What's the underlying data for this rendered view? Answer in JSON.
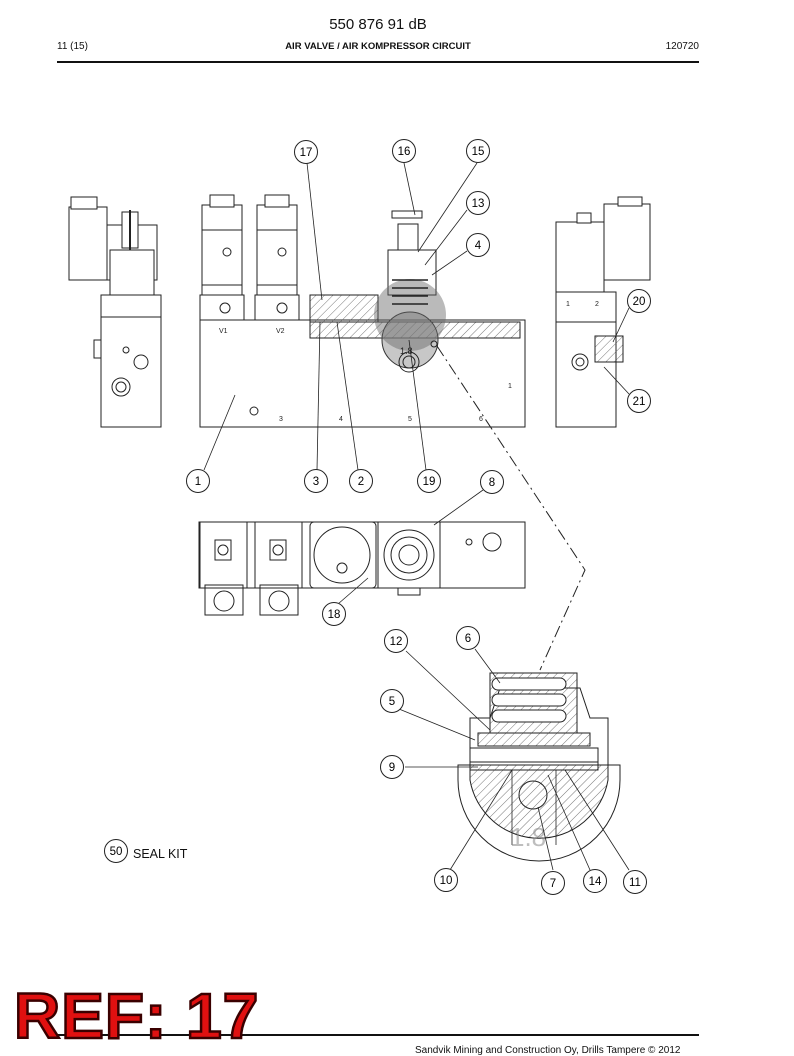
{
  "header": {
    "doc_number": "550 876 91 dB",
    "page": "11 (15)",
    "title": "AIR VALVE / AIR KOMPRESSOR CIRCUIT",
    "date": "120720"
  },
  "drawing": {
    "callouts": [
      "17",
      "16",
      "15",
      "13",
      "4",
      "20",
      "21",
      "1",
      "3",
      "2",
      "19",
      "8",
      "18",
      "12",
      "6",
      "5",
      "9",
      "10",
      "7",
      "14",
      "11",
      "50"
    ],
    "seal_kit_label": "SEAL KIT",
    "port_labels": [
      "V1",
      "V2",
      "3",
      "4",
      "5",
      "6",
      "1",
      "1",
      "2"
    ],
    "detail_mark": "1.8"
  },
  "footer": {
    "text": "Sandvik Mining and Construction Oy, Drills Tampere © 2012",
    "ref_stamp": "REF: 17"
  }
}
